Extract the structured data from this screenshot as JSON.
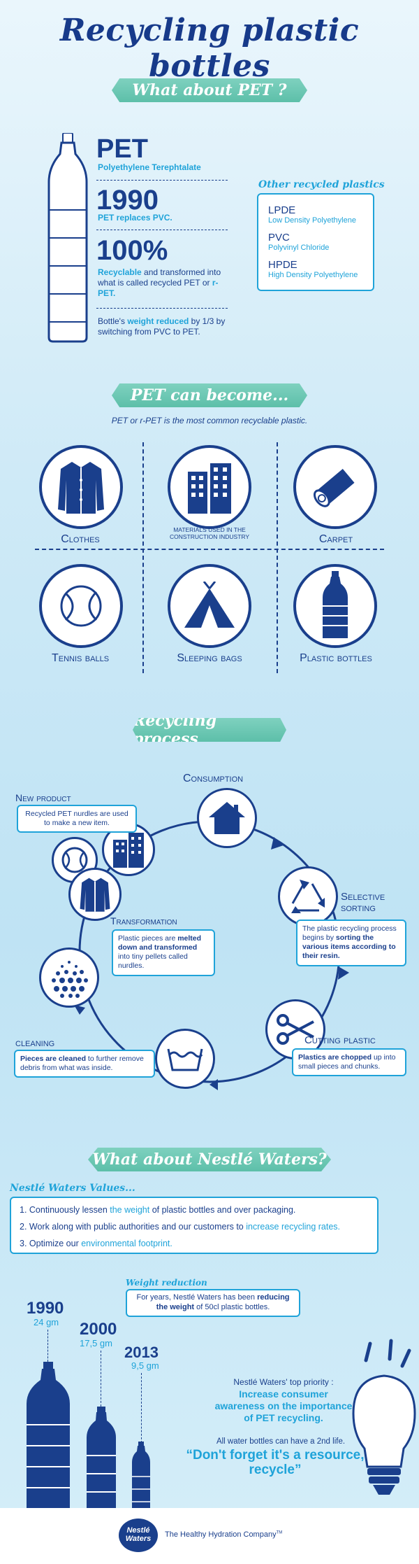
{
  "title": "Recycling plastic bottles",
  "section1": {
    "banner": "What about PET ?",
    "pet": "PET",
    "pet_full": "Polyethylene Terephtalate",
    "year": "1990",
    "year_text": "PET replaces PVC.",
    "percent": "100%",
    "percent_text_1": "Recyclable",
    "percent_text_2": " and transformed into what is called recycled PET or ",
    "percent_text_3": "r-PET.",
    "weight_text_1": "Bottle's ",
    "weight_text_2": "weight reduced",
    "weight_text_3": " by 1/3 by switching from PVC to PET.",
    "other_title": "Other recycled plastics",
    "others": [
      {
        "code": "LPDE",
        "name": "Low Density Polyethylene"
      },
      {
        "code": "PVC",
        "name": "Polyvinyl Chloride"
      },
      {
        "code": "HPDE",
        "name": "High Density Polyethylene"
      }
    ]
  },
  "section2": {
    "banner": "PET  can become...",
    "subtitle": "PET or r-PET is the most common recyclable plastic.",
    "items": [
      {
        "label": "Clothes",
        "icon": "jacket-icon"
      },
      {
        "label": "MATERIALS USED IN THE CONSTRUCTION INDUSTRY",
        "icon": "building-icon"
      },
      {
        "label": "Carpet",
        "icon": "carpet-roll-icon"
      },
      {
        "label": "Tennis balls",
        "icon": "tennis-ball-icon"
      },
      {
        "label": "Sleeping bags",
        "icon": "tent-icon"
      },
      {
        "label": "Plastic bottles",
        "icon": "bottle-icon"
      }
    ]
  },
  "section3": {
    "banner": "Recycling process",
    "consumption": "Consumption",
    "selective_1": "Selective",
    "selective_2": "sorting",
    "selective_note_1": "The plastic recycling process begins by ",
    "selective_note_2": "sorting the various items according to their resin.",
    "cutting": "Cutting plastic",
    "cutting_note_1": "Plastics are chopped",
    "cutting_note_2": " up into small pieces and chunks.",
    "cleaning": "cleaning",
    "cleaning_note_1": "Pieces are cleaned",
    "cleaning_note_2": " to further remove debris from what was inside.",
    "transformation": "Transformation",
    "transformation_note_1": "Plastic pieces are ",
    "transformation_note_2": "melted down and transformed",
    "transformation_note_3": " into tiny pellets called nurdles.",
    "new_product": "New product",
    "new_product_note": "Recycled PET nurdles are used to make a new item."
  },
  "section4": {
    "banner": "What about Nestlé Waters?",
    "values_title": "Nestlé Waters Values...",
    "v1_a": "1. Continuously lessen ",
    "v1_b": "the weight",
    "v1_c": " of plastic bottles and over packaging.",
    "v2_a": "2. Work along with public authorities and our customers to ",
    "v2_b": "increase recycling rates.",
    "v3_a": "3. Optimize our ",
    "v3_b": "environmental footprint.",
    "weight_title": "Weight reduction",
    "weight_note_1": "For years, Nestlé Waters has been ",
    "weight_note_2": "reducing the weight",
    "weight_note_3": " of 50cl plastic bottles.",
    "years": [
      {
        "year": "1990",
        "gm": "24 gm"
      },
      {
        "year": "2000",
        "gm": "17,5 gm"
      },
      {
        "year": "2013",
        "gm": "9,5 gm"
      }
    ],
    "priority": "Nestlé Waters' top priority :",
    "priority_bold": "Increase consumer awareness on the importance of PET recycling.",
    "second_life": "All water bottles can have a 2nd life.",
    "quote": "“Don't forget it's a resource, recycle”"
  },
  "footer": {
    "logo_1": "Nestlé",
    "logo_2": "Waters",
    "tagline": "The Healthy Hydration Company",
    "tm": "TM"
  }
}
